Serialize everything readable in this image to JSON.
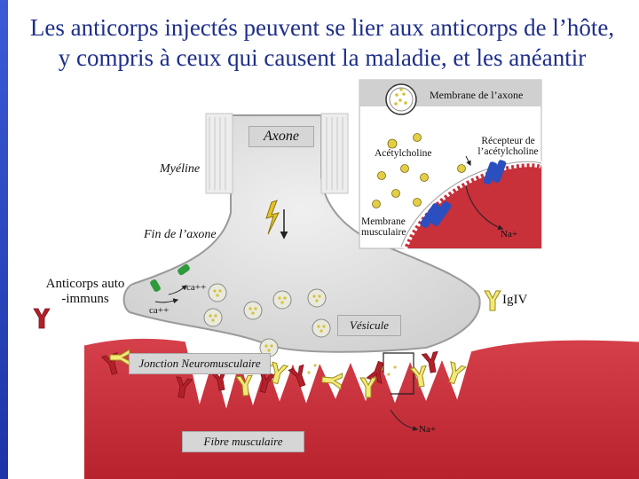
{
  "slide": {
    "title_line1": "Les anticorps injectés peuvent se lier aux anticorps de l’hôte,",
    "title_line2": "y compris à ceux qui causent la maladie, et les anéantir"
  },
  "labels": {
    "axon_membrane": "Membrane de l’axone",
    "axon": "Axone",
    "acetylcholine": "Acétylcholine",
    "ach_receptor_1": "Récepteur de",
    "ach_receptor_2": "l’acétylcholine",
    "myelin": "Myéline",
    "muscle_membrane_1": "Membrane",
    "muscle_membrane_2": "musculaire",
    "axon_end": "Fin de l’axone",
    "autoantibodies_1": "Anticorps auto",
    "autoantibodies_2": "-immuns",
    "ivig": "IgIV",
    "vesicle": "Vésicule",
    "nmj": "Jonction Neuromusculaire",
    "muscle_fiber": "Fibre musculaire",
    "ca_ion": "ca++",
    "na_ion": "Na+"
  },
  "colors": {
    "title": "#1e2f8a",
    "sidebar": "#2a45c4",
    "muscle": "#c8303a",
    "auto_antibody": "#b3202a",
    "ivig_antibody": "#e2d23a",
    "ach_receptor": "#2b4fbf",
    "calcium_channel": "#2f9a3c"
  }
}
